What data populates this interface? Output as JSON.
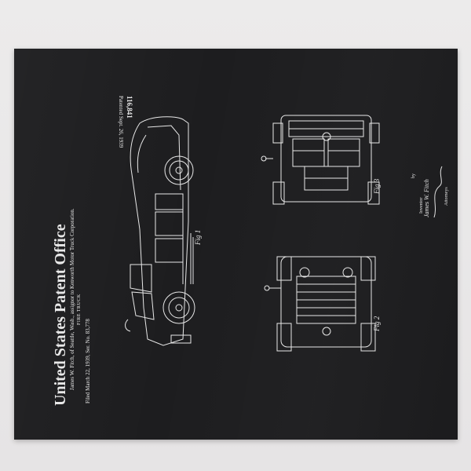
{
  "patent": {
    "office": "United States Patent Office",
    "inventor_line": "James W. Fitch, of Seattle, Wash., assignor to Kenworth Motor Truck Corporation.",
    "title": "FIRE TRUCK",
    "filed": "Filed March 22, 1939, Ser. No. 83,778",
    "number": "116,841",
    "patented": "Patented Sept. 26, 1939"
  },
  "figures": {
    "fig1": "Fig 1",
    "fig2": "Fig 2",
    "fig3": "Fig 3"
  },
  "signature": {
    "inventor_caption": "Inventor",
    "inventor_name": "James W. Fitch",
    "by": "by",
    "attorneys_caption": "Attorneys"
  },
  "colors": {
    "fabric": "#1d1d1f",
    "ink": "#e8e8e8",
    "wall": "#e9e7e8"
  }
}
